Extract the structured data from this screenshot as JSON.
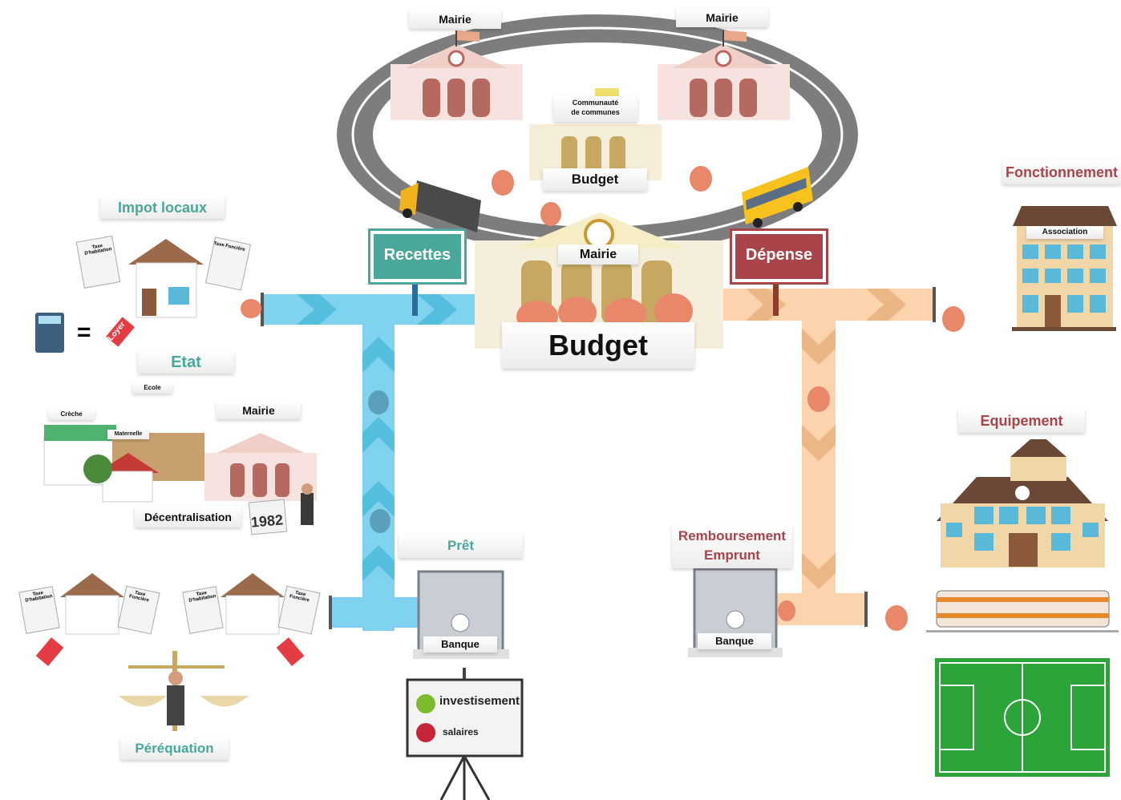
{
  "labels": {
    "mairie_top_left": "Mairie",
    "mairie_top_right": "Mairie",
    "communaute_line1": "Communauté",
    "communaute_line2": "de communes",
    "budget_small": "Budget",
    "mairie_center": "Mairie",
    "budget_main": "Budget",
    "recettes": "Recettes",
    "depense": "Dépense",
    "impot_locaux": "Impot locaux",
    "taxe_habitation": "Taxe D'habitation",
    "taxe_fonciere": "Taxe Foncière",
    "loyer": "Loyer",
    "equals": "=",
    "etat": "Etat",
    "ecole": "Ecole",
    "creche": "Crèche",
    "maternelle": "Maternelle",
    "mairie_left": "Mairie",
    "decentralisation": "Décentralisation",
    "year": "1982",
    "perequation": "Péréquation",
    "pret": "Prêt",
    "banque_left": "Banque",
    "investissement": "investisement",
    "salaires": "salaires",
    "remboursement_line1": "Remboursement",
    "remboursement_line2": "Emprunt",
    "banque_right": "Banque",
    "fonctionnement": "Fonctionnement",
    "association": "Association",
    "equipement": "Equipement"
  },
  "colors": {
    "recettes_flow": "#7fd3ee",
    "depense_flow": "#fbd3ad",
    "recettes_sign": "#4aa89a",
    "depense_sign": "#a8444a",
    "road": "#7b7b7b",
    "building": "#b5695f",
    "money_bag": "#e9876a",
    "title_teal": "#4aa89a",
    "title_red": "#a8444a"
  }
}
